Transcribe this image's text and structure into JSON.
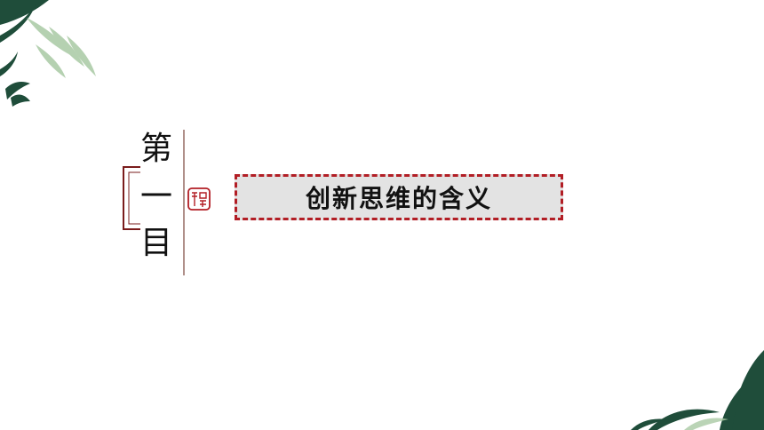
{
  "section": {
    "heading_chars": [
      "第",
      "一",
      "目"
    ]
  },
  "title": {
    "text": "创新思维的含义"
  },
  "colors": {
    "accent": "#b21e25",
    "box_fill": "#e3e3e3",
    "leaf_dark": "#1f4d3a",
    "leaf_light": "#a9c9a4"
  },
  "icons": [
    "leaves-decoration",
    "seal-stamp-icon"
  ]
}
